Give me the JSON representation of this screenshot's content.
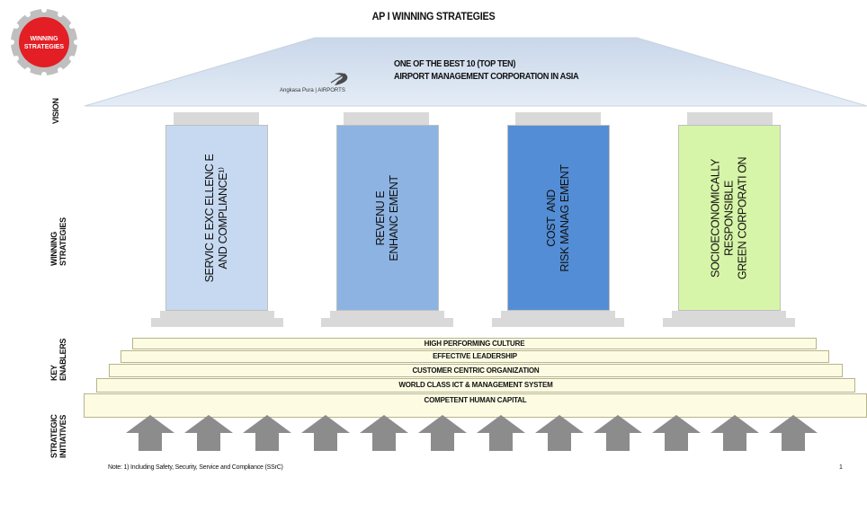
{
  "title": "AP I WINNING STRATEGIES",
  "badge": {
    "line1": "WINNING",
    "line2": "STRATEGIES",
    "color": "#e31e24"
  },
  "vision": {
    "line1": "ONE OF  THE BEST 10 (TOP TEN)",
    "line2": "AIRPORT MANAGEMENT CORPORATION IN ASIA",
    "logo_text": "Angkasa Pura | AIRPORTS"
  },
  "side_labels": {
    "vision": "VISION",
    "winning_strategies_1": "WINNING",
    "winning_strategies_2": "STRATEGIES",
    "key_enablers_1": "KEY",
    "key_enablers_2": "ENABLERS",
    "strategic_initiatives_1": "STRATEGIC",
    "strategic_initiatives_2": "INITIATIVES"
  },
  "pillars": [
    {
      "text": "SERVIC E EXC ELLENC E\nAND COMPLIANCE¹⁾",
      "color": "#c6d9f0"
    },
    {
      "text": "REVENU E\nENHANC EMENT",
      "color": "#8db3e2"
    },
    {
      "text": "COST  AND\nRISK MANAG EMENT",
      "color": "#538dd5"
    },
    {
      "text": "SOCIOECONOMICALLY\nRESPONSIBLE\nGREEN CORPORATI ON",
      "color": "#d7f5a8"
    }
  ],
  "enablers": [
    "HIGH PERFORMING   CULTURE",
    "EFFECTIVE LEADERSHIP",
    "CUSTOMER  CENTRIC ORGANIZATION",
    "WORLD CLASS ICT & MANAGEMENT   SYSTEM",
    "COMPETENT  HUMAN  CAPITAL"
  ],
  "note": "Note: 1) Including  Safety,  Security,  Service  and Compliance   (SSrC)",
  "page_number": "1"
}
